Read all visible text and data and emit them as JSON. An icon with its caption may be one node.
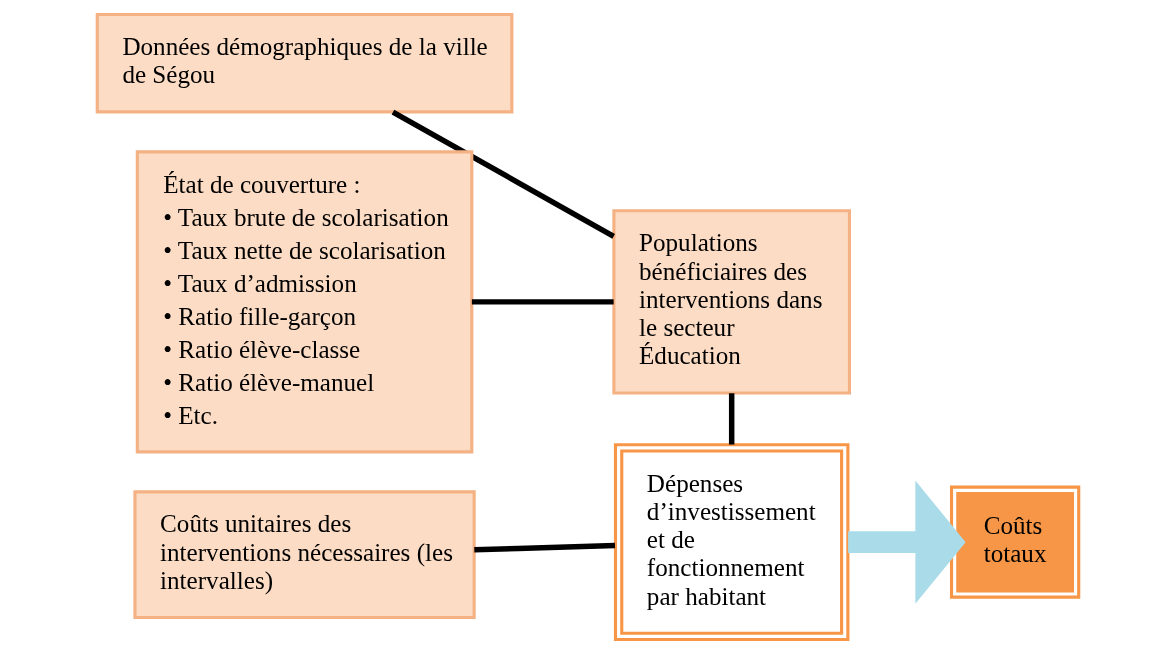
{
  "diagram": {
    "nodes": [
      {
        "text": [
          "Données démographiques de la ville de Ségou"
        ]
      },
      {
        "text": [
          "État de couverture :",
          "• Taux brute de scolarisation",
          "• Taux nette de scolarisation",
          "• Taux d’admission",
          "• Ratio fille-garçon",
          "• Ratio élève-classe",
          "• Ratio élève-manuel",
          "• Etc."
        ]
      },
      {
        "text": [
          "Coûts unitaires des interventions nécessaires (les intervalles)"
        ]
      },
      {
        "text": [
          "Populations bénéficiaires des interventions dans le secteur Éducation"
        ]
      },
      {
        "text": [
          "Dépenses d’investissement et de fonctionnement par habitant"
        ]
      },
      {
        "text": [
          "Coûts totaux"
        ]
      }
    ],
    "edges": [
      {
        "from": 0,
        "to": 3,
        "arrow": "none"
      },
      {
        "from": 1,
        "to": 3,
        "arrow": "none"
      },
      {
        "from": 3,
        "to": 4,
        "arrow": "none"
      },
      {
        "from": 2,
        "to": 4,
        "arrow": "none"
      },
      {
        "from": 4,
        "to": 5,
        "arrow": "to",
        "style": "thick",
        "color": "#a9dbe8"
      }
    ]
  }
}
